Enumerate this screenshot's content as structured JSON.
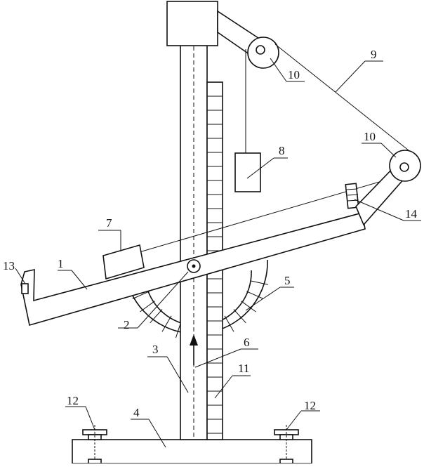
{
  "labels": {
    "beam": "1",
    "pivot": "2",
    "column": "3",
    "base": "4",
    "arc_scale": "5",
    "pointer": "6",
    "slider_block": "7",
    "weight": "8",
    "string": "9",
    "pulley_top": "10",
    "pulley_right": "10",
    "vertical_scale": "11",
    "screw_left": "12",
    "screw_right": "12",
    "end_stop": "13",
    "clamp": "14"
  }
}
